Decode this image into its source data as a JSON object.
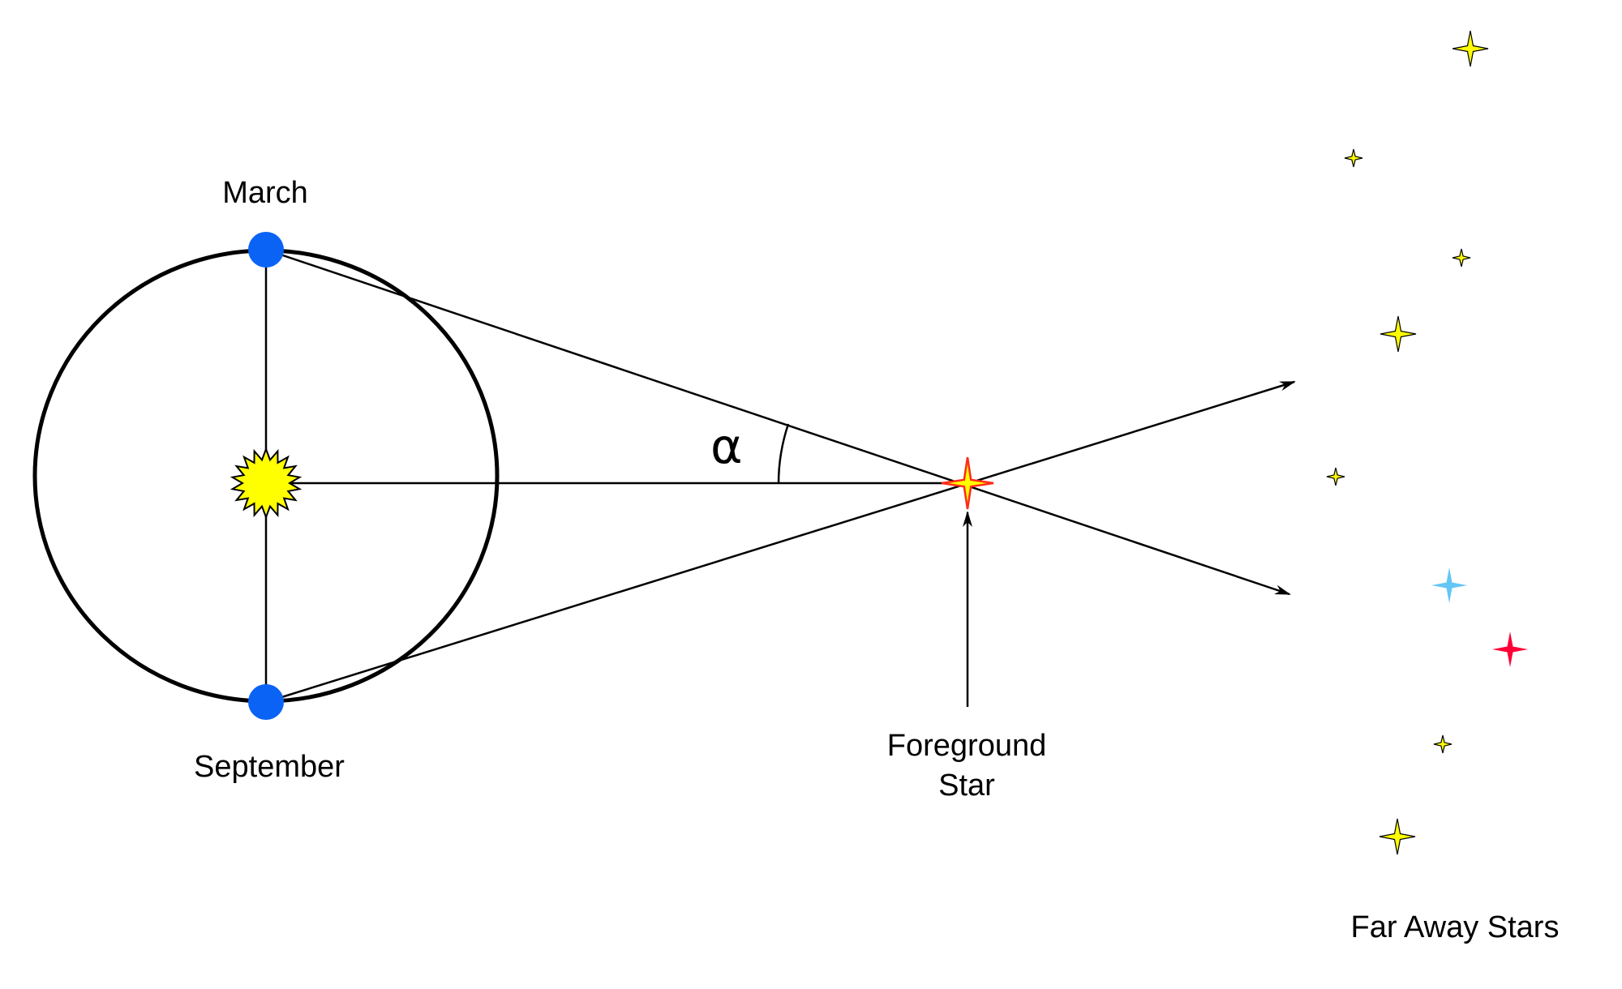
{
  "labels": {
    "march": "March",
    "september": "September",
    "angle": "α",
    "foreground_line1": "Foreground",
    "foreground_line2": "Star",
    "far_away": "Far Away Stars"
  },
  "colors": {
    "earth": "#0a63f5",
    "sun": "#ffff00",
    "foreground_star_fill": "#ffff00",
    "foreground_star_stroke": "#ff2a1a",
    "star_yellow": "#ffff00",
    "star_blue": "#63c6f5",
    "star_red": "#ff0037",
    "line": "#000000"
  },
  "icons": {
    "sun": "sun-icon",
    "earth": "earth-icon",
    "foreground_star": "foreground-star-icon",
    "background_star": "star-icon"
  },
  "background_stars": [
    {
      "color": "yellow"
    },
    {
      "color": "yellow"
    },
    {
      "color": "yellow"
    },
    {
      "color": "yellow"
    },
    {
      "color": "yellow"
    },
    {
      "color": "blue"
    },
    {
      "color": "red"
    },
    {
      "color": "yellow"
    },
    {
      "color": "yellow"
    }
  ]
}
